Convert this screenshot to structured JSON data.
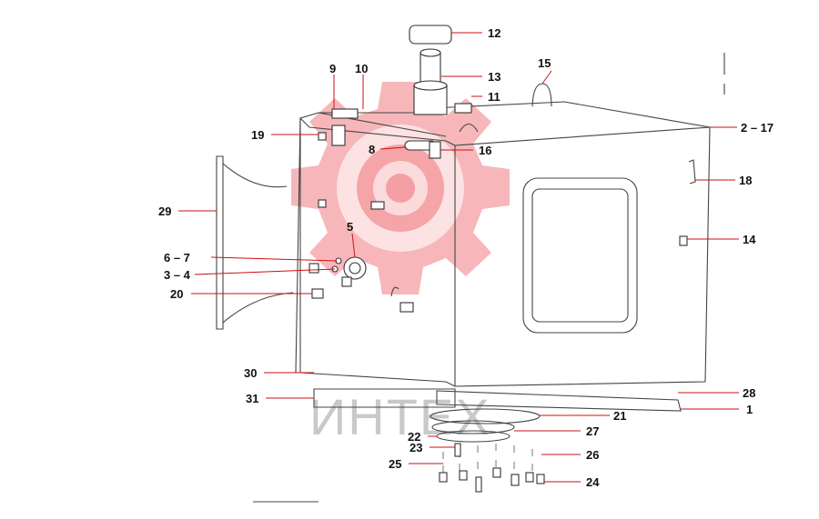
{
  "watermark": {
    "text": "ИНТЕХ",
    "color": "#e8323a"
  },
  "callouts": {
    "c12": "12",
    "c13": "13",
    "c15": "15",
    "c9": "9",
    "c10": "10",
    "c11": "11",
    "c2_17": "2 – 17",
    "c19": "19",
    "c8": "8",
    "c16": "16",
    "c18": "18",
    "c29": "29",
    "c5": "5",
    "c14": "14",
    "c6_7": "6 – 7",
    "c3_4": "3 – 4",
    "c20": "20",
    "c30": "30",
    "c28": "28",
    "c31": "31",
    "c1": "1",
    "c21": "21",
    "c22": "22",
    "c27": "27",
    "c23": "23",
    "c26": "26",
    "c25": "25",
    "c24": "24"
  },
  "colors": {
    "leader": "#cc1111",
    "outline": "#333333"
  }
}
